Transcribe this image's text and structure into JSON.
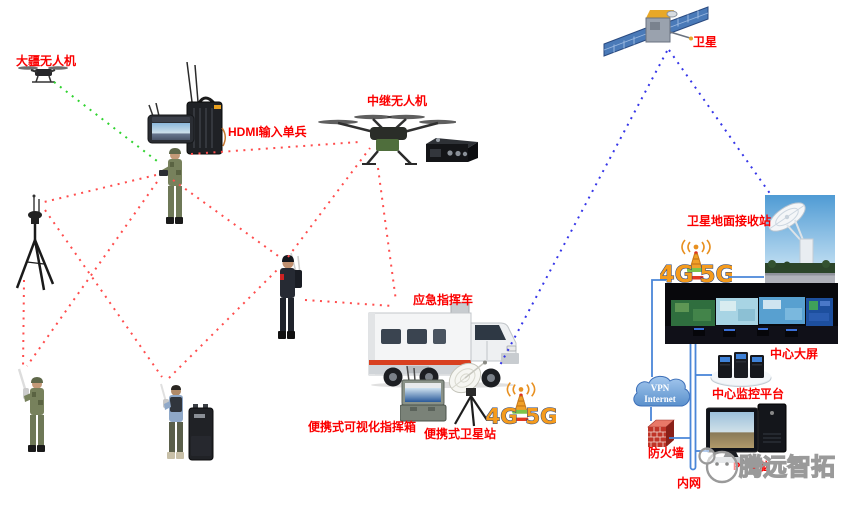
{
  "labels": {
    "dji_drone": "大疆无人机",
    "hdmi_soldier": "HDMI输入单兵",
    "relay_drone": "中继无人机",
    "satellite": "卫星",
    "ground_station": "卫星地面接收站",
    "command_vehicle": "应急指挥车",
    "big_screen": "中心大屏",
    "monitor_platform": "中心监控平台",
    "firewall": "防火墙",
    "intranet": "内网",
    "pc": "PC电脑",
    "portable_command_case": "便携式可视化指挥箱",
    "portable_satellite": "便携式卫星站"
  },
  "logo": {
    "g4": "4G",
    "g5": "5G"
  },
  "cloud": {
    "line1": "VPN",
    "line2": "Internet"
  },
  "watermark": "腾远智拓",
  "colors": {
    "label_red": "#fb0000",
    "line_red": "#ff4d4d",
    "line_green": "#2fd32f",
    "line_blue_dotted": "#3535e8",
    "line_blue_solid": "#4a86d8",
    "logo_orange": "#f59b1d",
    "logo_outline": "#20407f",
    "logo_green_bar": "#7cc34a",
    "logo_red_bar": "#e23822"
  }
}
